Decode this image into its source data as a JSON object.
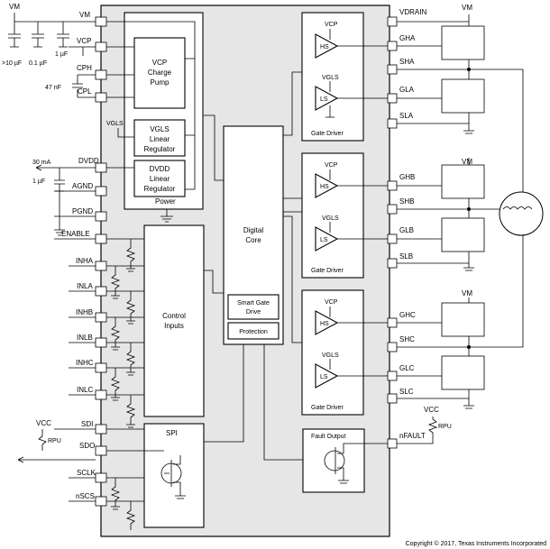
{
  "ic": {
    "left_pins": [
      "VM",
      "VCP",
      "CPH",
      "CPL",
      "VGLS",
      "DVDD",
      "AGND",
      "PGND",
      "ENABLE",
      "INHA",
      "INLA",
      "INHB",
      "INLB",
      "INHC",
      "INLC",
      "SDI",
      "SDO",
      "SCLK",
      "nSCS"
    ],
    "right_pins": [
      "VDRAIN",
      "GHA",
      "SHA",
      "GLA",
      "SLA",
      "GHB",
      "SHB",
      "GLB",
      "SLB",
      "GHC",
      "SHC",
      "GLC",
      "SLC",
      "nFAULT"
    ]
  },
  "blocks": {
    "charge_pump": [
      "VCP",
      "Charge",
      "Pump"
    ],
    "vgls_reg": [
      "VGLS",
      "Linear",
      "Regulator"
    ],
    "dvdd_reg": [
      "DVDD",
      "Linear",
      "Regulator"
    ],
    "power": "Power",
    "digital_core": [
      "Digital",
      "Core"
    ],
    "smart_gate": [
      "Smart Gate",
      "Drive"
    ],
    "protection": "Protection",
    "control_inputs": [
      "Control",
      "Inputs"
    ],
    "spi": "SPI",
    "gate_driver": "Gate Driver",
    "fault_output": "Fault Output",
    "amp_hs": "HS",
    "amp_ls": "LS",
    "vcp": "VCP",
    "vgls": "VGLS"
  },
  "external": {
    "vm": "VM",
    "c_vm": [
      ">10 µF",
      "0.1 µF",
      "1 µF"
    ],
    "c_pump": "47 nF",
    "dvdd_load": "30 mA",
    "c_dvdd": "1 µF",
    "vcc": "VCC",
    "rpu": "RPU"
  },
  "copyright": "Copyright © 2017, Texas Instruments Incorporated"
}
